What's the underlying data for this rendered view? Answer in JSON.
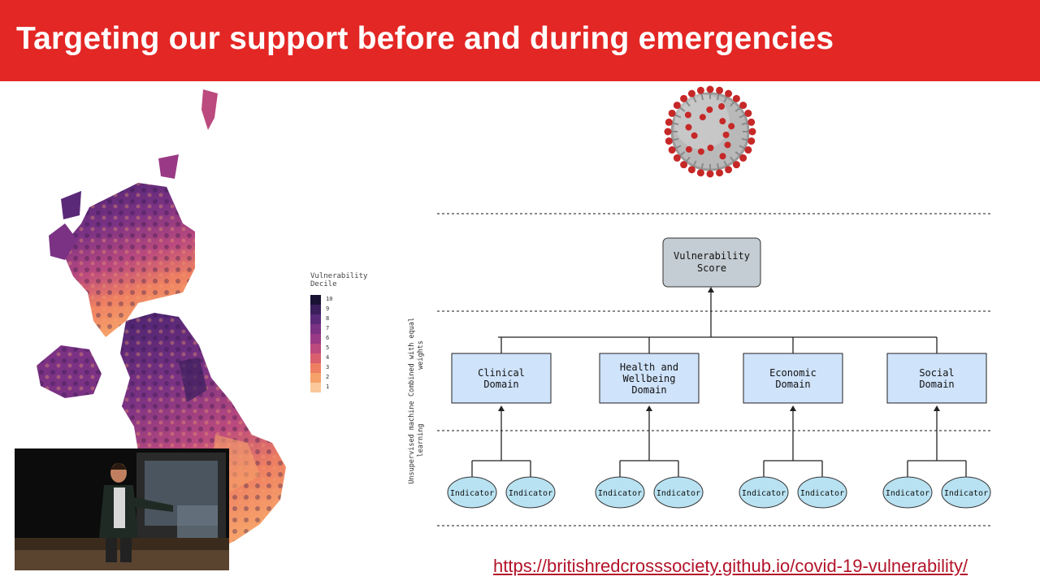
{
  "slide": {
    "title": "Targeting our support before and during emergencies",
    "url": "https://britishredcrosssociety.github.io/covid-19-vulnerability/"
  },
  "legend": {
    "title_line1": "Vulnerability",
    "title_line2": "Decile",
    "labels": [
      "10",
      "9",
      "8",
      "7",
      "6",
      "5",
      "4",
      "3",
      "2",
      "1"
    ],
    "colors": [
      "#1a1233",
      "#3b1f5c",
      "#5a2a78",
      "#7b3284",
      "#9a3a86",
      "#bb4a7e",
      "#d95f6f",
      "#ee7f62",
      "#f6a16a",
      "#fac89a"
    ]
  },
  "diagram": {
    "score_line1": "Vulnerability",
    "score_line2": "Score",
    "top_side_label_line1": "Combined with equal",
    "top_side_label_line2": "weights",
    "bottom_side_label_line1": "Unsupervised machine",
    "bottom_side_label_line2": "learning",
    "domains": [
      {
        "lines": [
          "Clinical",
          "Domain"
        ]
      },
      {
        "lines": [
          "Health and",
          "Wellbeing",
          "Domain"
        ]
      },
      {
        "lines": [
          "Economic",
          "Domain"
        ]
      },
      {
        "lines": [
          "Social",
          "Domain"
        ]
      }
    ],
    "indicator_label": "Indicator",
    "colors": {
      "score_fill": "#c4cdd3",
      "domain_fill": "#cfe3fb",
      "indicator_fill": "#b8e2f2",
      "header_red": "#e32725"
    }
  }
}
